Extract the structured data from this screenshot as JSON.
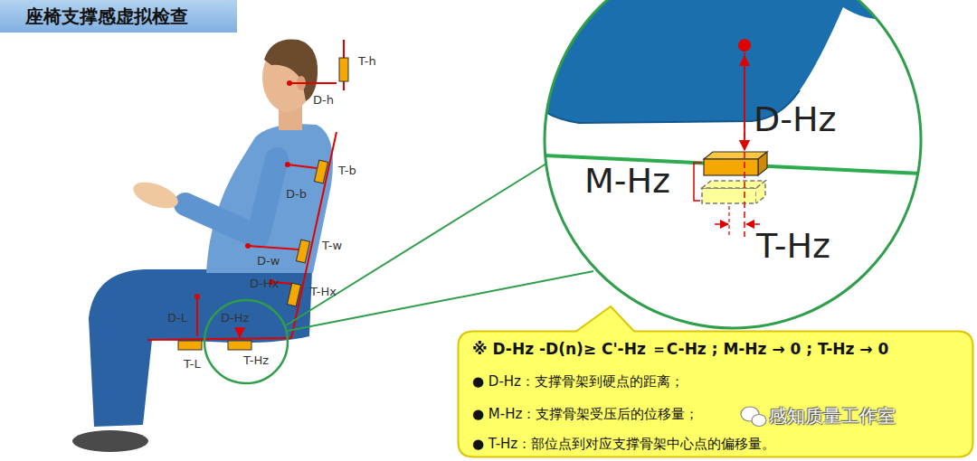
{
  "diagram": {
    "title": "座椅支撑感虚拟检查",
    "nodes": [
      {
        "text": [
          "D-Hz",
          "M-Hz",
          "T-Hz"
        ]
      },
      {
        "text": [
          "※ D-Hz -D(n)≥ C'-Hz ＝C-Hz ; M-Hz → 0 ; T-Hz → 0",
          "● D-Hz：支撑骨架到硬点的距离；",
          "● M-Hz：支撑骨架受压后的位移量；",
          "● T-Hz：部位点到对应支撑骨架中心点的偏移量。"
        ]
      }
    ],
    "labels": [
      "T-h",
      "D-h",
      "T-b",
      "D-b",
      "T-w",
      "D-w",
      "D-Hx",
      "T-Hx",
      "D-L",
      "D-Hz",
      "T-L",
      "T-Hz",
      "感知质量工作室"
    ]
  }
}
